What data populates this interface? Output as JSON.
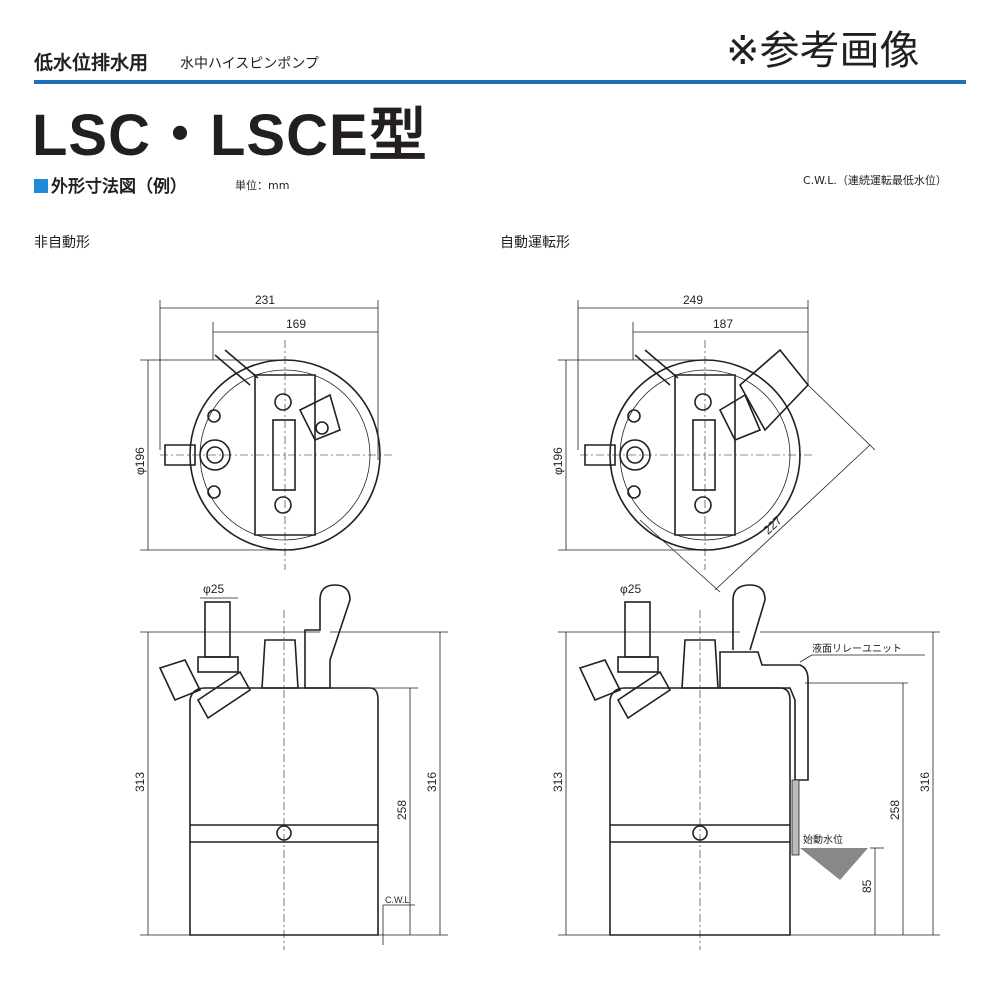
{
  "header": {
    "subtitle_main": "低水位排水用",
    "subtitle_sub": "水中ハイスピンポンプ",
    "reference_note": "※参考画像",
    "title": "LSC・LSCE型",
    "accent_color": "#1f6fb8"
  },
  "section": {
    "heading": "外形寸法図（例）",
    "unit": "単位：mm",
    "cwl_note": "C.W.L.（連続運転最低水位）"
  },
  "left_drawing": {
    "label": "非自動形",
    "dims": {
      "width_total": "231",
      "width_partial": "169",
      "diameter": "φ196",
      "outlet": "φ25",
      "height_left": "313",
      "height_right": "316",
      "height_body": "258",
      "cwl": "C.W.L"
    }
  },
  "right_drawing": {
    "label": "自動運転形",
    "dims": {
      "width_total": "249",
      "width_partial": "187",
      "diameter": "φ196",
      "diagonal": "227",
      "outlet": "φ25",
      "height_left": "313",
      "height_right": "316",
      "height_body": "258",
      "start_level_height": "85"
    },
    "callouts": {
      "relay_unit": "液面リレーユニット",
      "start_level": "始動水位"
    }
  }
}
